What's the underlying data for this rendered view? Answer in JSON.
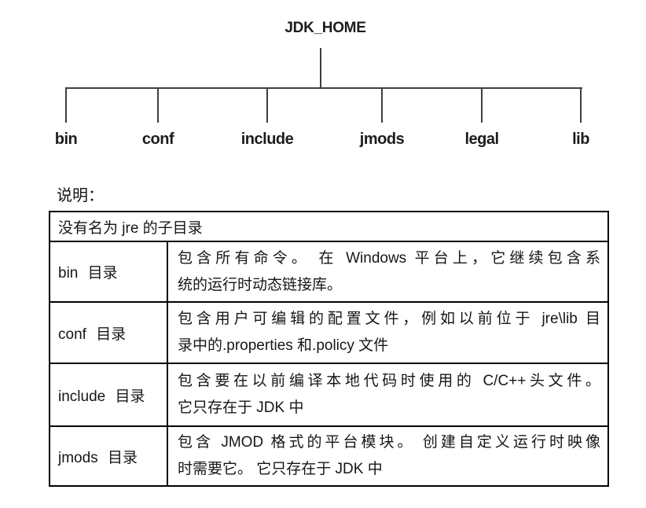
{
  "diagram": {
    "root": "JDK_HOME",
    "children": [
      "bin",
      "conf",
      "include",
      "jmods",
      "legal",
      "lib"
    ]
  },
  "note_label": "说明：",
  "table": {
    "full_row": "没有名为 jre 的子目录",
    "rows": [
      {
        "dir": "bin 目录",
        "desc": "包含所有命令。 在 Windows 平台上，它继续包含系统的运行时动态链接库。",
        "lines": [
          "包含所有命令。 在 Windows 平台上，它继续包含系",
          "统的运行时动态链接库。"
        ]
      },
      {
        "dir": "conf 目录",
        "desc": "包含用户可编辑的配置文件，例如以前位于 jre\\lib 目录中的.properties 和.policy 文件",
        "lines": [
          "包含用户可编辑的配置文件，例如以前位于 jre\\lib 目",
          "录中的.properties 和.policy 文件"
        ]
      },
      {
        "dir": "include 目录",
        "desc": "包含要在以前编译本地代码时使用的 C/C++头文件。 它只存在于 JDK 中",
        "lines": [
          "包含要在以前编译本地代码时使用的 C/C++头文件。",
          "它只存在于 JDK 中"
        ]
      },
      {
        "dir": "jmods 目录",
        "desc": "包含 JMOD 格式的平台模块。 创建自定义运行时映像时需要它。 它只存在于 JDK 中",
        "lines": [
          "包含 JMOD 格式的平台模块。 创建自定义运行时映像",
          "时需要它。 它只存在于 JDK 中"
        ]
      }
    ]
  },
  "colors": {
    "background": "#ffffff",
    "text": "#1a1a1a",
    "tree_line": "#3f3f3f",
    "table_border": "#000000"
  }
}
